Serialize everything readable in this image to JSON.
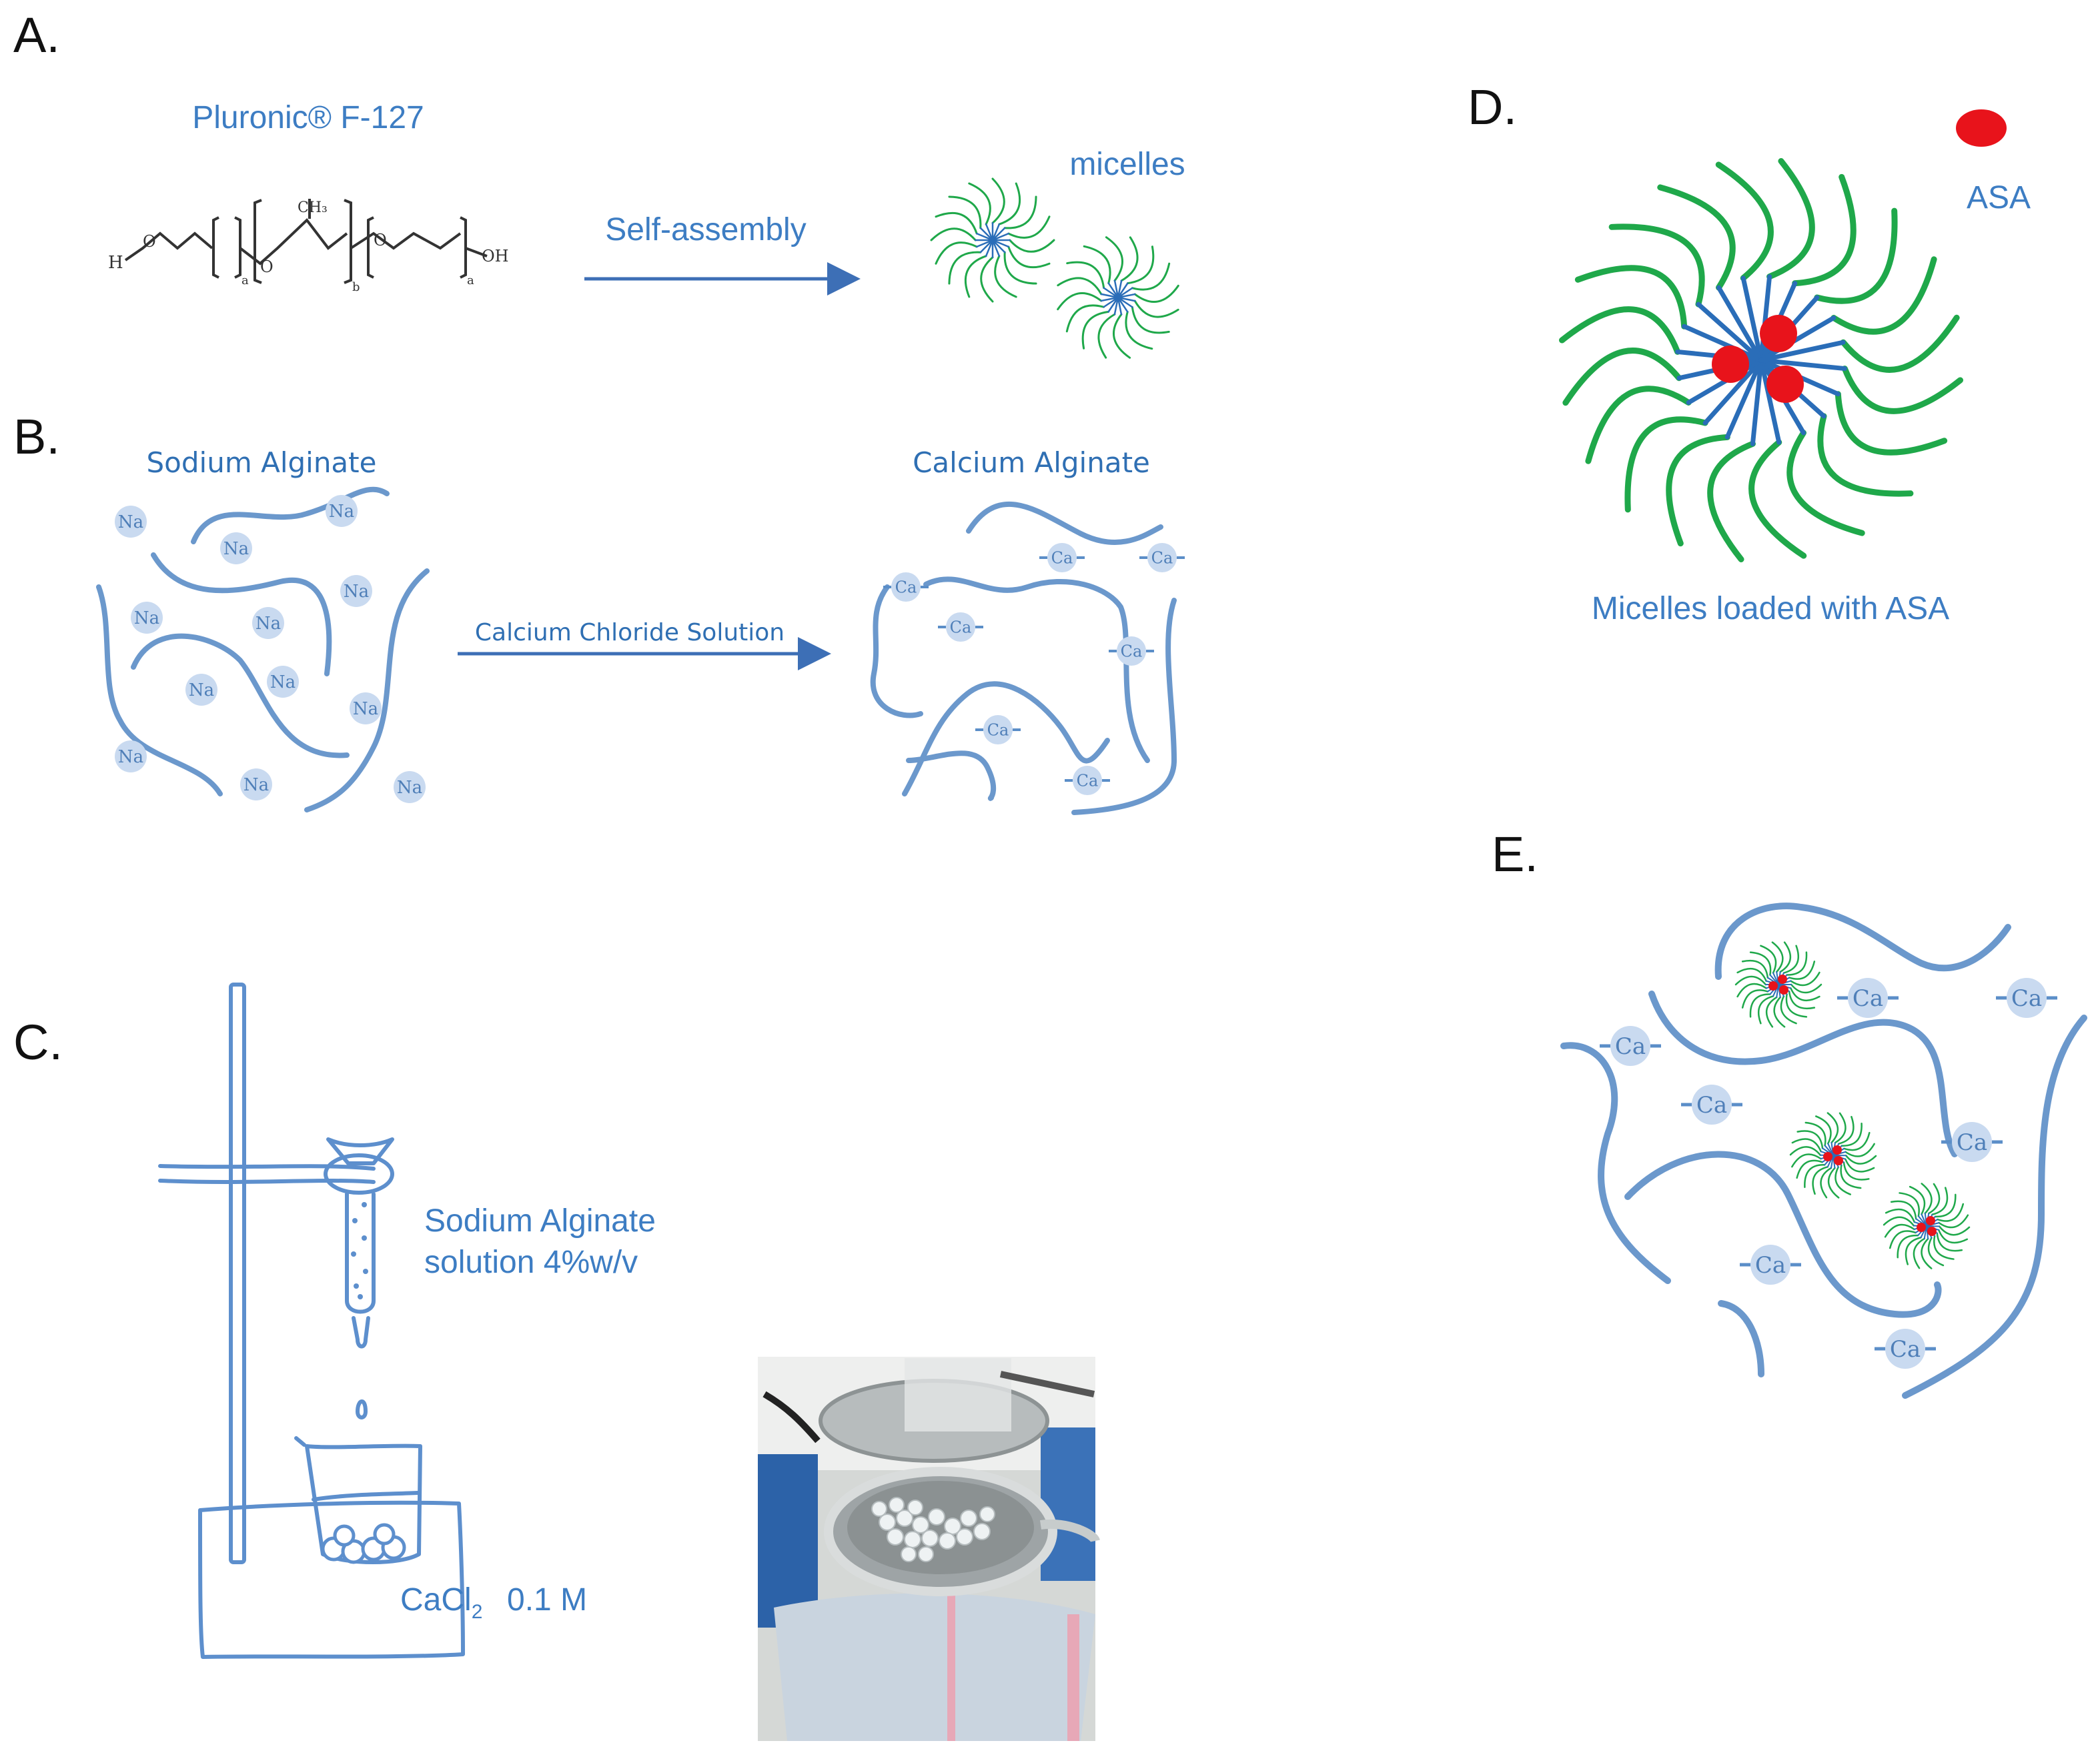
{
  "panels": {
    "a": {
      "letter": "A.",
      "polymer_name": "Pluronic® F-127",
      "formula": {
        "h": "H",
        "o": "O",
        "oh": "OH",
        "ch3": "CH₃",
        "sub_a": "a",
        "sub_b": "b"
      },
      "arrow_label": "Self-assembly",
      "product_label": "micelles"
    },
    "b": {
      "letter": "B.",
      "left_title": "Sodium Alginate",
      "arrow_label": "Calcium Chloride Solution",
      "right_title": "Calcium Alginate",
      "left_ion": "Na",
      "right_ion": "Ca"
    },
    "c": {
      "letter": "C.",
      "solution_line1": "Sodium Alginate",
      "solution_line2": "solution 4%w/v",
      "bath_formula": "CaCl",
      "bath_subscript": "2",
      "bath_conc": "0.1 M"
    },
    "d": {
      "letter": "D.",
      "drug_label": "ASA",
      "caption": "Micelles loaded with ASA"
    },
    "e": {
      "letter": "E.",
      "ion": "Ca"
    }
  },
  "colors": {
    "label_blue": "#3d7dc3",
    "chain_blue": "#5b8ec8",
    "ion_fill": "#c9daf0",
    "micelle_green": "#1fa84a",
    "micelle_core_blue": "#2a6db8",
    "drug_red": "#e8131b",
    "letter": "#111111"
  }
}
